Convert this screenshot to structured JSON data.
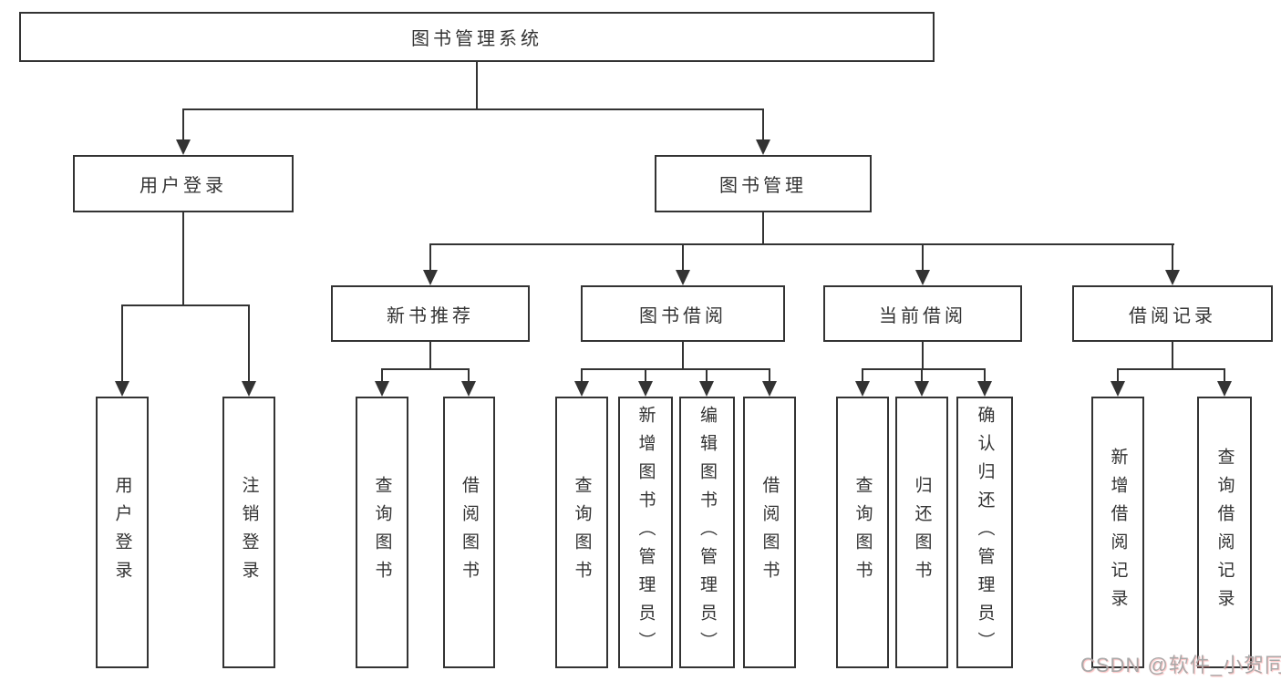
{
  "diagram": {
    "root": {
      "label": "图书管理系统"
    },
    "level2": {
      "user_login": {
        "label": "用户登录"
      },
      "book_mgmt": {
        "label": "图书管理"
      }
    },
    "level3": {
      "new_book": {
        "label": "新书推荐"
      },
      "borrow": {
        "label": "图书借阅"
      },
      "current": {
        "label": "当前借阅"
      },
      "record": {
        "label": "借阅记录"
      }
    },
    "leaves": {
      "user_login": [
        "用户登录",
        "注销登录"
      ],
      "new_book": [
        "查询图书",
        "借阅图书"
      ],
      "borrow": [
        "查询图书",
        "新增图书（管理员）",
        "编辑图书（管理员）",
        "借阅图书"
      ],
      "current": [
        "查询图书",
        "归还图书",
        "确认归还（管理员）"
      ],
      "record": [
        "新增借阅记录",
        "查询借阅记录"
      ]
    }
  },
  "watermark": {
    "text": "CSDN @软件_小贺同学"
  },
  "colors": {
    "line": "#333333",
    "text": "#333333",
    "box_background": "#ffffff",
    "watermark": "#a9a9a9",
    "background": "#ffffff"
  }
}
